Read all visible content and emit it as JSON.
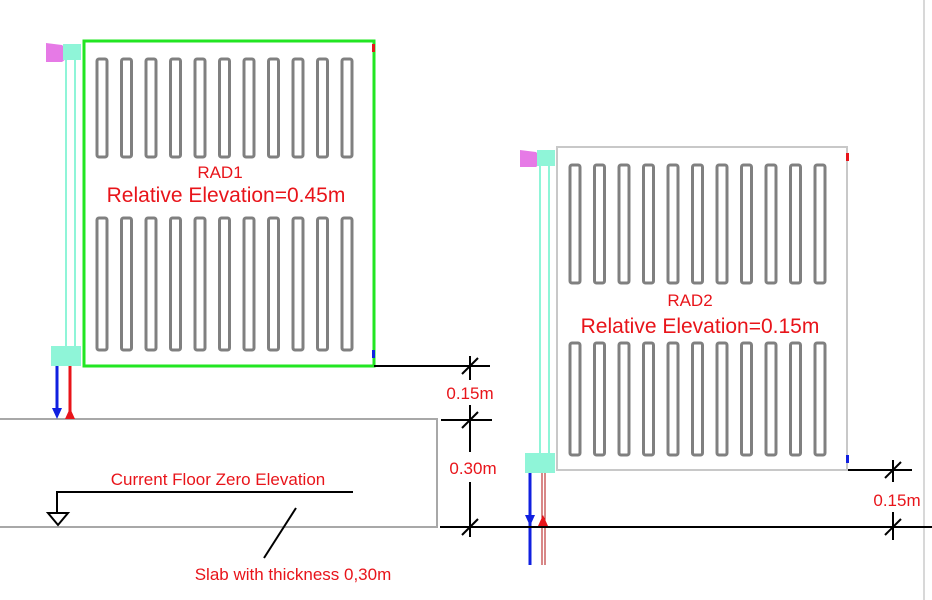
{
  "radiators": [
    {
      "name": "RAD1",
      "elevation_label": "Relative Elevation=0.45m",
      "frame_color": "#22e622"
    },
    {
      "name": "RAD2",
      "elevation_label": "Relative Elevation=0.15m",
      "frame_color": "#c8c8c8"
    }
  ],
  "dimensions": {
    "rad1_above_floor": "0.15m",
    "slab_thickness": "0.30m",
    "rad2_above_floor": "0.15m"
  },
  "annotations": {
    "floor_zero": "Current Floor Zero Elevation",
    "slab": "Slab with thickness 0,30m"
  },
  "colors": {
    "text": "#e8141a",
    "supply_pipe": "#e8141a",
    "return_pipe": "#1020e0",
    "pipe_riser": "#8ff5d8",
    "valve": "#e67ae6",
    "fin": "#808080",
    "slab": "#a8a8a8"
  }
}
